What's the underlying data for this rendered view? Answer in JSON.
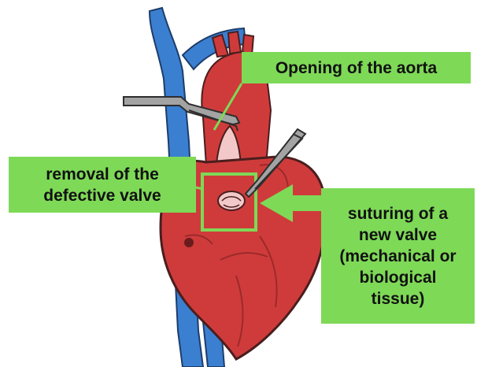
{
  "labels": {
    "aorta_opening": "Opening of the aorta",
    "valve_removal": [
      "removal of the",
      "defective valve"
    ],
    "new_valve_suture": [
      "suturing of a",
      "new valve",
      "(mechanical or",
      "biological",
      "tissue)"
    ]
  },
  "colors": {
    "label_background": "#7ed957",
    "vein_blue": "#3b7fd1",
    "heart_red": "#cf3b3b",
    "heart_outline": "#4a1e1e",
    "instrument_gray": "#a3a3a3",
    "arrow_green": "#7ed957"
  }
}
